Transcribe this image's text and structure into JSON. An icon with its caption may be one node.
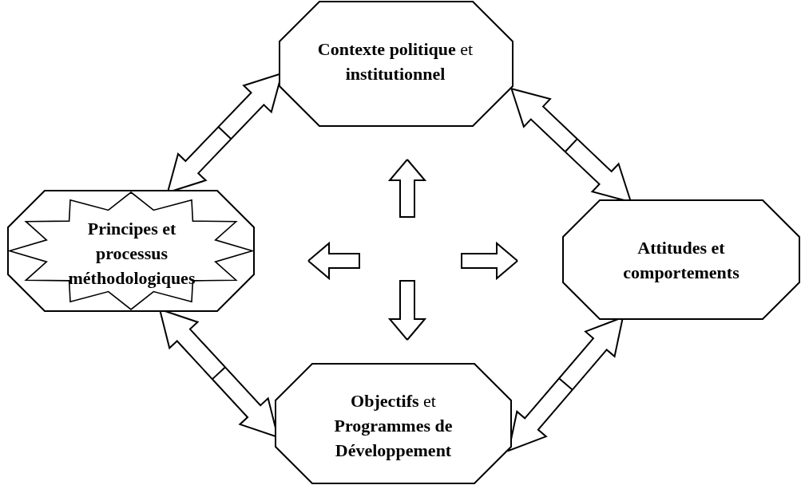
{
  "diagram": {
    "nodes": [
      {
        "text": [
          "**Contexte politique** et **institutionnel**"
        ]
      },
      {
        "text": [
          "Principes et processus méthodologiques"
        ]
      },
      {
        "text": [
          "Attitudes et comportements"
        ]
      },
      {
        "text": [
          "**Objectifs** et **Programmes de Développement**"
        ]
      }
    ],
    "edges": [
      {
        "from": 0,
        "to": 1,
        "arrow": "both"
      },
      {
        "from": 0,
        "to": 2,
        "arrow": "both"
      },
      {
        "from": 1,
        "to": 3,
        "arrow": "both"
      },
      {
        "from": 2,
        "to": 3,
        "arrow": "both"
      }
    ]
  }
}
